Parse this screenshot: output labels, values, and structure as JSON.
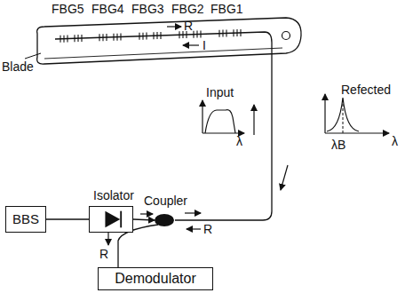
{
  "diagram": {
    "nodes": [
      {
        "text": [
          "BBS"
        ]
      },
      {
        "text": [
          "Isolator"
        ]
      },
      {
        "text": [
          "Coupler"
        ]
      },
      {
        "text": [
          "Demodulator"
        ]
      }
    ],
    "edges": [
      {
        "from": 0,
        "to": 1,
        "arrow": "none"
      },
      {
        "from": 1,
        "to": 2,
        "arrow": "to"
      },
      {
        "from": 2,
        "to": 3,
        "label": "R",
        "arrow": "none"
      }
    ],
    "labels": [
      "FBG5",
      "FBG4",
      "FBG3",
      "FBG2",
      "FBG1",
      "R",
      "I",
      "Blade",
      "Input",
      "λ",
      "Refected",
      "λB",
      "λ",
      "R"
    ]
  }
}
